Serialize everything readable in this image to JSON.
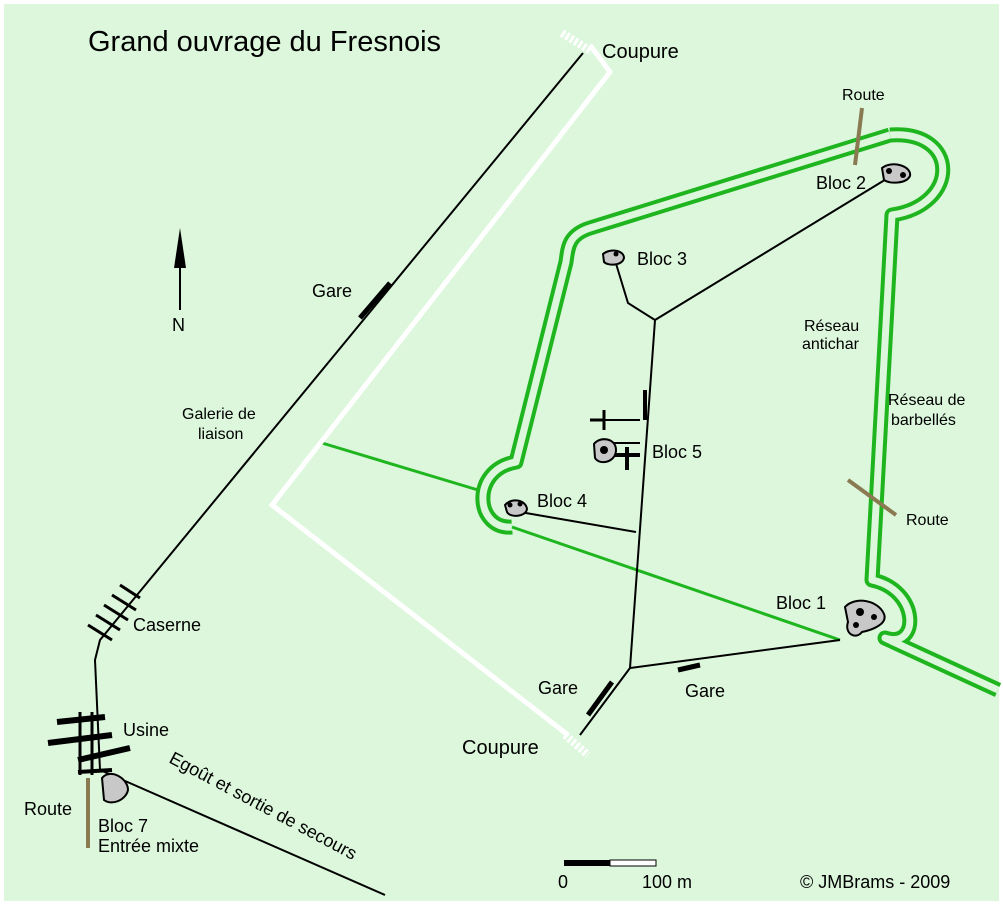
{
  "title": "Grand ouvrage du Fresnois",
  "colors": {
    "background": "#dcf7dc",
    "perimeter_green": "#1fb51f",
    "route": "#8a7a52",
    "block_fill": "#c8c8c8"
  },
  "north": {
    "label": "N"
  },
  "labels": {
    "coupure_top": "Coupure",
    "coupure_bottom": "Coupure",
    "route_top": "Route",
    "route_right": "Route",
    "route_left": "Route",
    "bloc1": "Bloc 1",
    "bloc2": "Bloc 2",
    "bloc3": "Bloc 3",
    "bloc4": "Bloc 4",
    "bloc5": "Bloc 5",
    "bloc7": "Bloc 7",
    "bloc7_sub": "Entrée mixte",
    "gare_gallery": "Gare",
    "gare_left": "Gare",
    "gare_right": "Gare",
    "galerie_line1": "Galerie de",
    "galerie_line2": "liaison",
    "caserne": "Caserne",
    "usine": "Usine",
    "egout": "Egoût et sortie de secours",
    "antichar_line1": "Réseau",
    "antichar_line2": "antichar",
    "barbeles_line1": "Réseau de",
    "barbeles_line2": "barbellés"
  },
  "scale": {
    "zero": "0",
    "end": "100 m"
  },
  "copyright": "© JMBrams - 2009"
}
